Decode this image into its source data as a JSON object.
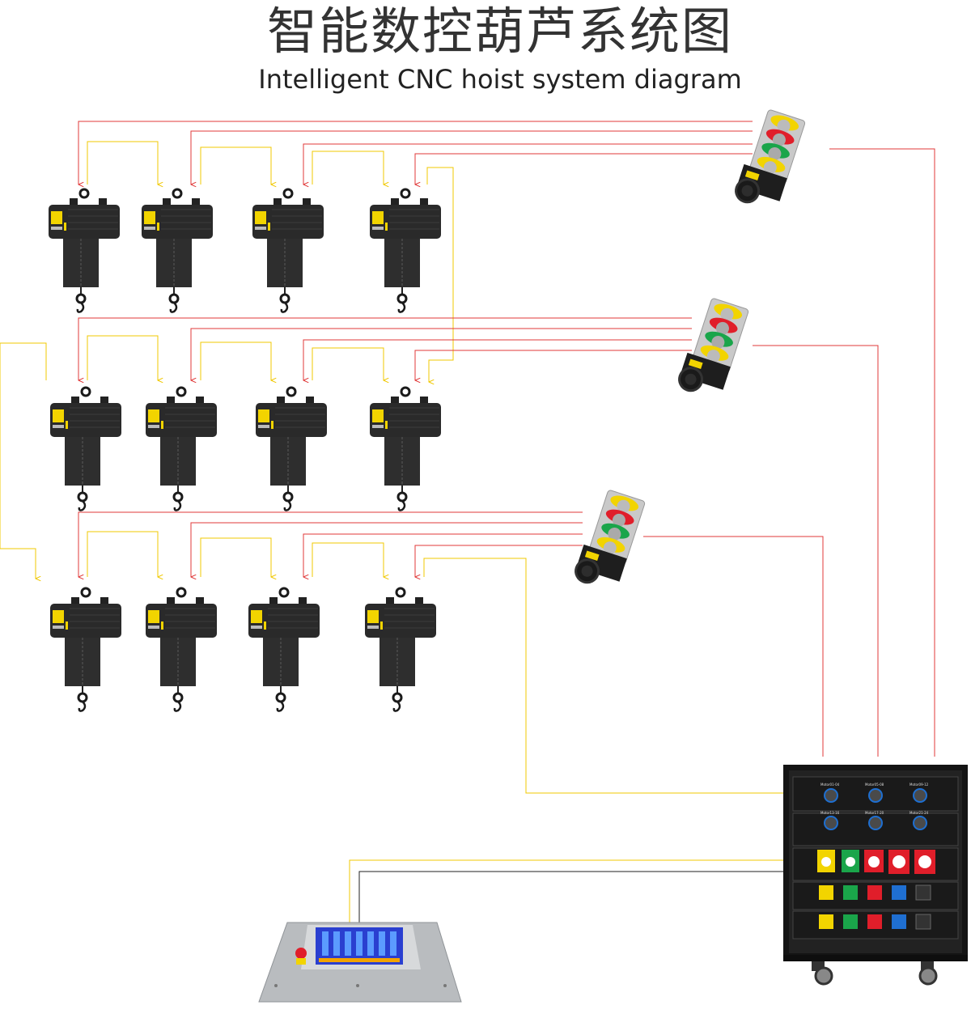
{
  "title_zh": "智能数控葫芦系统图",
  "title_en": "Intelligent CNC hoist system diagram",
  "colors": {
    "power_line": "#e03838",
    "signal_line": "#f0c800",
    "control_line": "#222222",
    "hoist_body": "#2a2a2a",
    "cabinet": "#1c1c1c",
    "red_socket": "#e01e2a",
    "yellow_socket": "#f2d400",
    "green_socket": "#1aa54a",
    "blue_socket": "#1f6fd1",
    "console_metal": "#b9bcbf",
    "screen": "#2a3fd0"
  },
  "hoist_rows": [
    {
      "row": 1,
      "hoists": [
        "hoist-1",
        "hoist-2",
        "hoist-3",
        "hoist-4"
      ],
      "distributor": "distributor-1"
    },
    {
      "row": 2,
      "hoists": [
        "hoist-5",
        "hoist-6",
        "hoist-7",
        "hoist-8"
      ],
      "distributor": "distributor-2"
    },
    {
      "row": 3,
      "hoists": [
        "hoist-9",
        "hoist-10",
        "hoist-11",
        "hoist-12"
      ],
      "distributor": "distributor-3"
    }
  ],
  "cabinet": {
    "motor_labels": [
      "Motor01-04",
      "Motor05-08",
      "Motor09-12",
      "Motor13-16",
      "Motor17-20",
      "Motor21-24"
    ]
  }
}
